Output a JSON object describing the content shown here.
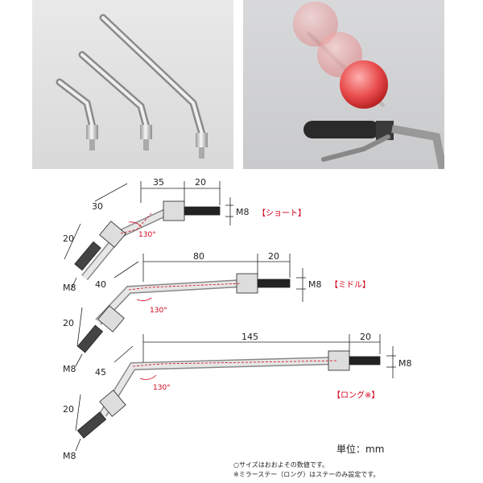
{
  "diagram": {
    "short": {
      "label": "【ショート】",
      "dim_angle_len": "30",
      "dim_straight": "35",
      "dim_thread_top": "20",
      "dim_thread_bottom": "20",
      "thread_top": "M8",
      "thread_bottom": "M8",
      "angle": "130°"
    },
    "middle": {
      "label": "【ミドル】",
      "dim_angle_len": "40",
      "dim_straight": "80",
      "dim_thread_top": "20",
      "dim_thread_bottom": "20",
      "thread_top": "M8",
      "thread_bottom": "M8",
      "angle": "130°"
    },
    "long": {
      "label": "【ロング※】",
      "dim_angle_len": "45",
      "dim_straight": "145",
      "dim_thread_top": "20",
      "dim_thread_bottom": "20",
      "thread_top": "M8",
      "thread_bottom": "M8",
      "angle": "130°"
    }
  },
  "unit_label": "単位：mm",
  "notes": [
    "○サイズはおおよその数値です。",
    "※ミラーステー（ロング）はステーのみ設定です。"
  ],
  "colors": {
    "accent": "#d0021b",
    "line": "#222222",
    "chrome": "#c8c8c8"
  }
}
